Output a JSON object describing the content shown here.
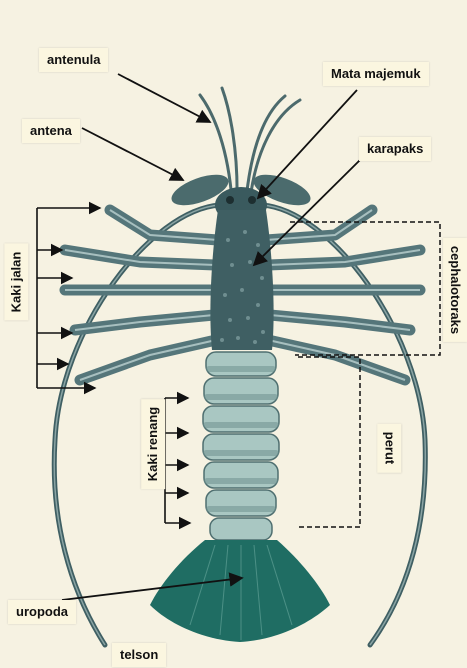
{
  "labels": {
    "antenula": "antenula",
    "mata_majemuk": "Mata majemuk",
    "antena": "antena",
    "karapaks": "karapaks",
    "kaki_jalan": "Kaki jalan",
    "cephalotoraks": "cephalotoraks",
    "kaki_renang": "Kaki renang",
    "perut": "perut",
    "uropoda": "uropoda",
    "telson": "telson"
  },
  "colors": {
    "background": "#f6f2e2",
    "body": "#3f5f63",
    "body_light": "#6f8e90",
    "tail": "#1f6d63",
    "abdomen": "#a9c7c2",
    "label_bg": "#fbf6e0"
  }
}
